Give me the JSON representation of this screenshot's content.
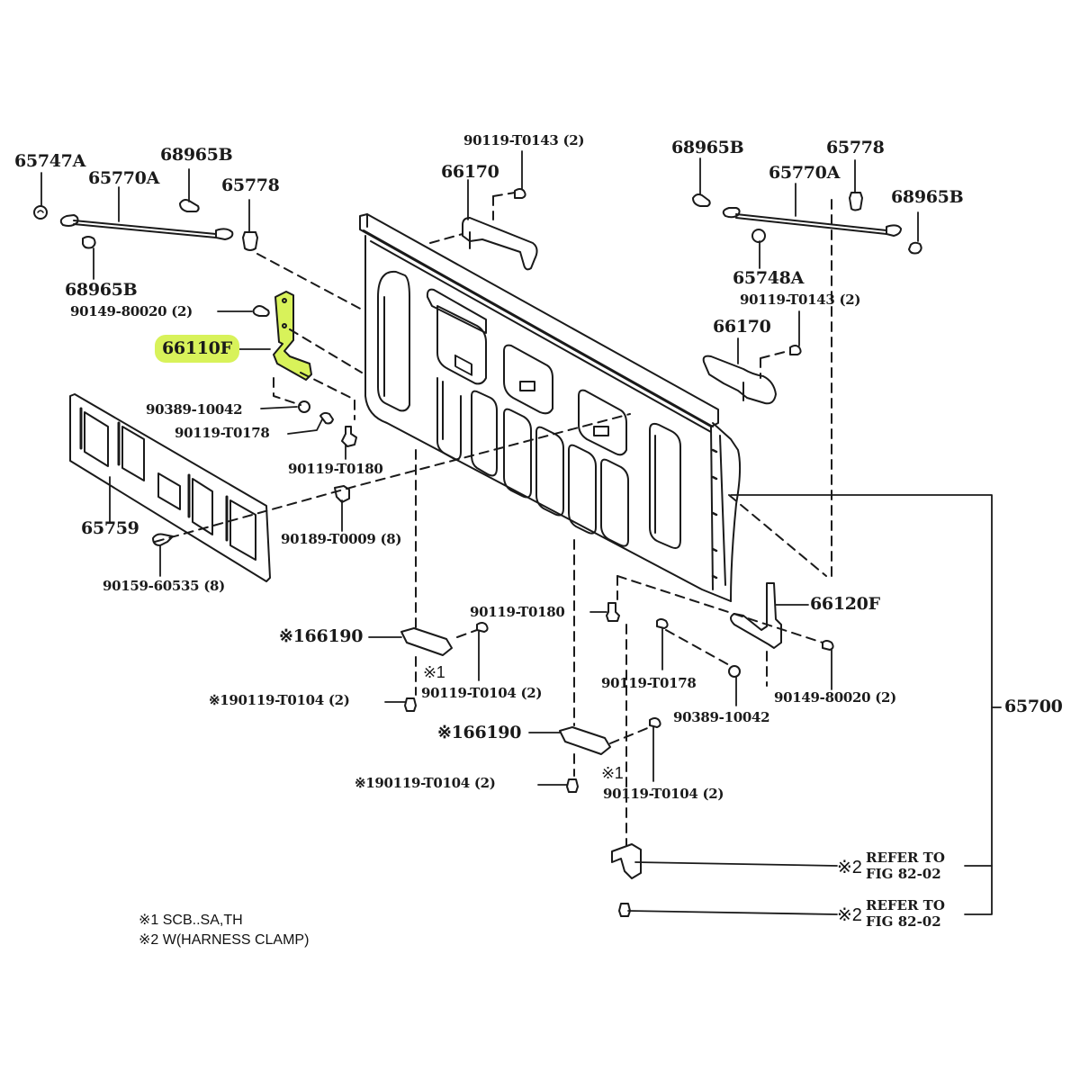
{
  "diagram": {
    "title": "Tailgate parts diagram",
    "highlight_color": "#d8f25a",
    "line_color": "#1a1a1a",
    "parts": {
      "p65747A": "65747A",
      "p65770A_left": "65770A",
      "p68965B_top_left": "68965B",
      "p65778_left": "65778",
      "p68965B_bottom_left": "68965B",
      "p90149_80020_left": "90149-80020 (2)",
      "p66110F": "66110F",
      "p90389_10042_left": "90389-10042",
      "p90119_T0178_left": "90119-T0178",
      "p90119_T0180_left": "90119-T0180",
      "p65759": "65759",
      "p90189_T0009": "90189-T0009 (8)",
      "p90159_60535": "90159-60535 (8)",
      "p90119_T0143_top": "90119-T0143 (2)",
      "p66170_top": "66170",
      "p68965B_top_right": "68965B",
      "p65778_right": "65778",
      "p65770A_right": "65770A",
      "p68965B_right": "68965B",
      "p65748A": "65748A",
      "p90119_T0143_right": "90119-T0143 (2)",
      "p66170_right": "66170",
      "p66120F": "66120F",
      "p90119_T0180_center": "90119-T0180",
      "p166190_upper": "※166190",
      "p1_upper": "※1",
      "p90119_T0104_upper": "90119-T0104 (2)",
      "p190119_T0104_upper": "※190119-T0104 (2)",
      "p90119_T0178_right": "90119-T0178",
      "p90149_80020_right": "90149-80020 (2)",
      "p90389_10042_right": "90389-10042",
      "p166190_lower": "※166190",
      "p1_lower": "※1",
      "p90119_T0104_lower": "90119-T0104 (2)",
      "p190119_T0104_lower": "※190119-T0104 (2)",
      "p65700": "65700"
    },
    "refs": [
      {
        "mark": "※2",
        "line1": "REFER TO",
        "line2": "FIG 82-02"
      },
      {
        "mark": "※2",
        "line1": "REFER TO",
        "line2": "FIG 82-02"
      }
    ],
    "notes": [
      "※1 SCB..SA,TH",
      "※2 W(HARNESS CLAMP)"
    ]
  }
}
